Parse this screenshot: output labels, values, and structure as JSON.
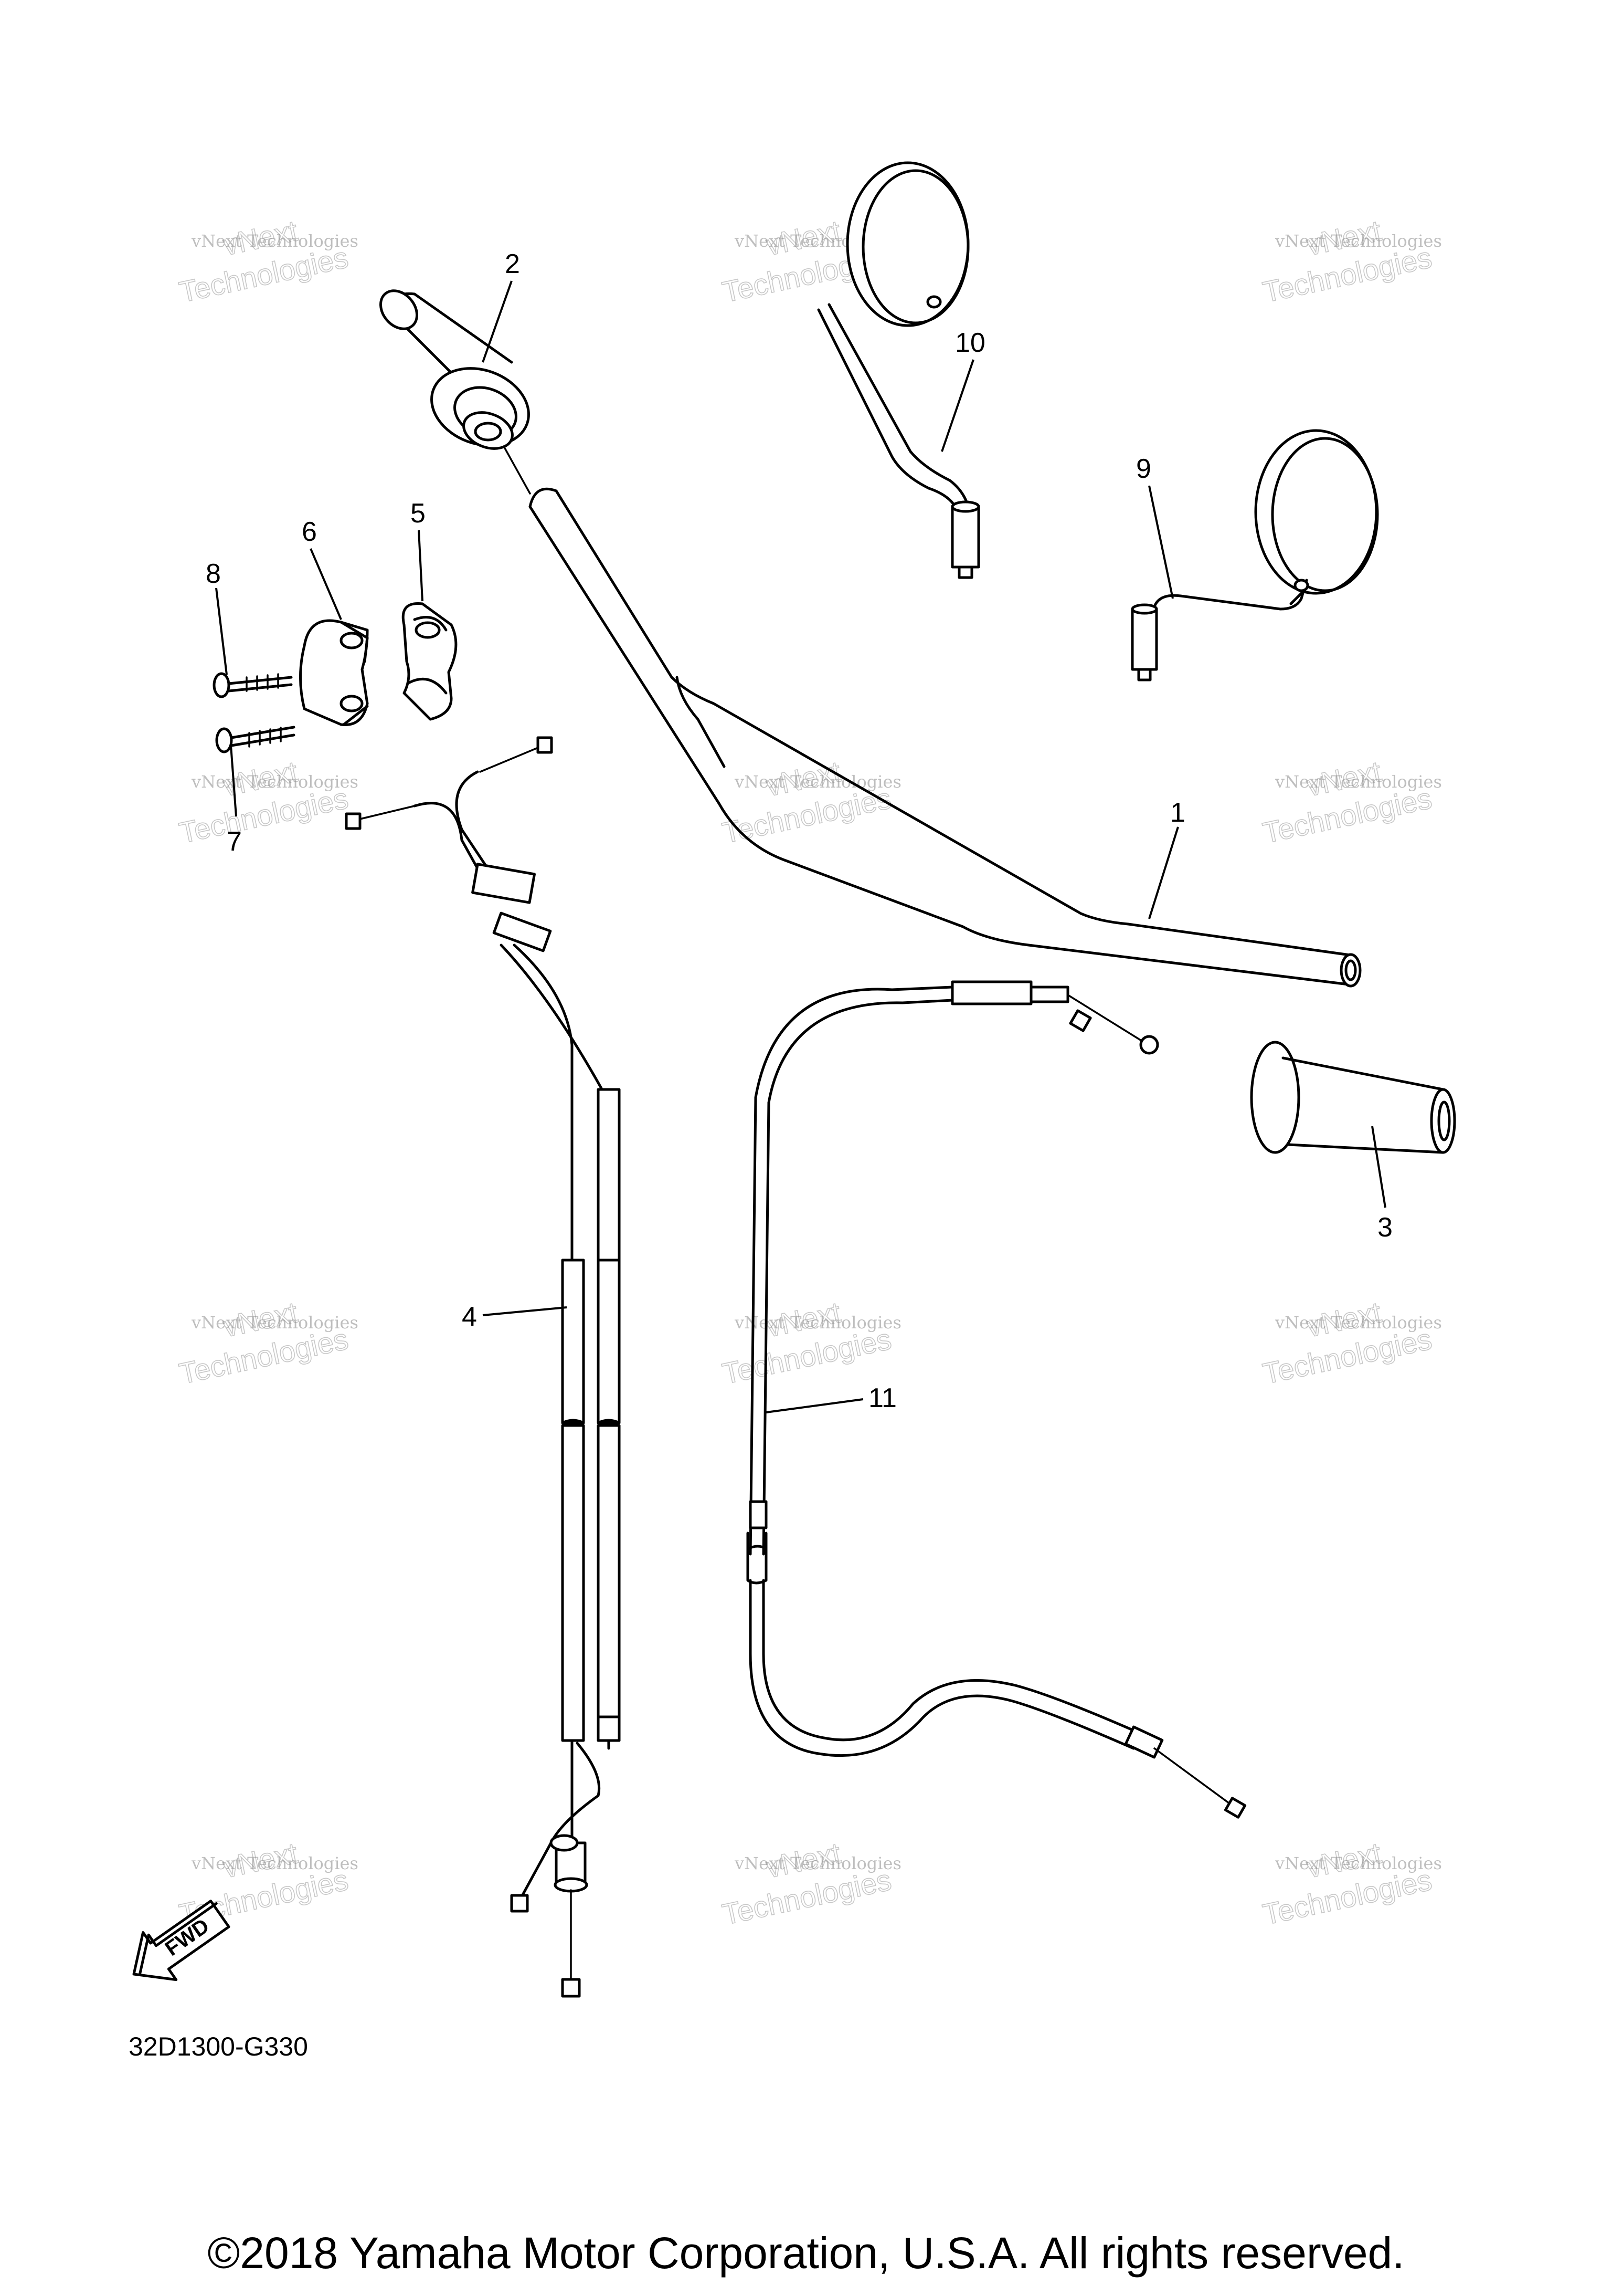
{
  "diagram": {
    "callouts": [
      {
        "id": "1",
        "label": "1"
      },
      {
        "id": "2",
        "label": "2"
      },
      {
        "id": "3",
        "label": "3"
      },
      {
        "id": "4",
        "label": "4"
      },
      {
        "id": "5",
        "label": "5"
      },
      {
        "id": "6",
        "label": "6"
      },
      {
        "id": "7",
        "label": "7"
      },
      {
        "id": "8",
        "label": "8"
      },
      {
        "id": "9",
        "label": "9"
      },
      {
        "id": "10",
        "label": "10"
      },
      {
        "id": "11",
        "label": "11"
      }
    ],
    "fwd_label": "FWD",
    "diagram_code": "32D1300-G330"
  },
  "watermark": {
    "line1": "vNext Technologies",
    "line2": "vNext",
    "line3": "Technologies"
  },
  "footer": {
    "copyright": "©2018 Yamaha Motor Corporation, U.S.A. All rights reserved."
  }
}
